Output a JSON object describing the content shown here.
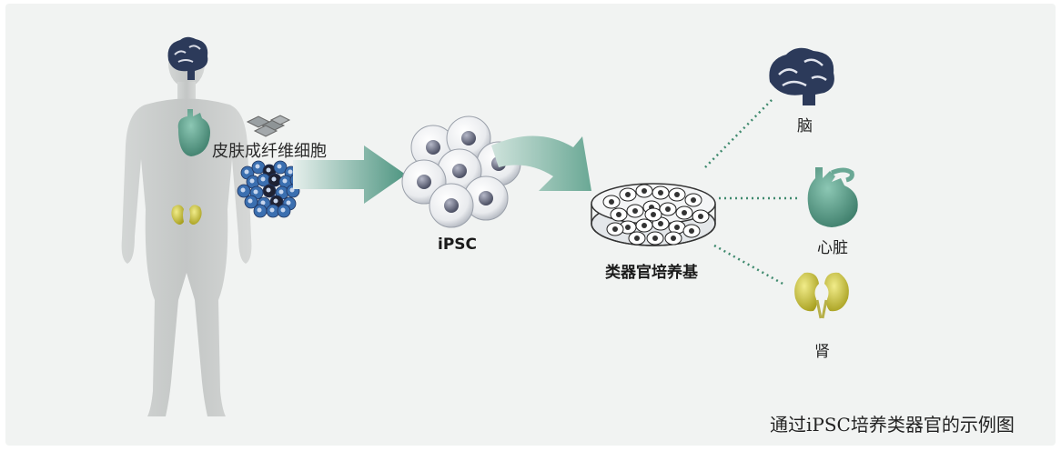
{
  "labels": {
    "skin_fibroblast": "皮肤成纤维细胞",
    "ipsc": "iPSC",
    "organoid_medium": "类器官培养基",
    "brain": "脑",
    "heart": "心脏",
    "kidney": "肾"
  },
  "caption": "通过iPSC培养类器官的示例图",
  "icons": {
    "human_body": "human-silhouette-icon",
    "brain": "brain-icon",
    "heart": "heart-icon",
    "kidney": "kidney-icon",
    "fibroblast": "fibroblast-cells-icon",
    "skin_cells": "skin-cell-cluster-icon",
    "ipsc": "stem-cell-cluster-icon",
    "petri_dish": "petri-dish-icon"
  },
  "colors": {
    "background": "#f1f3f2",
    "arrow": "#5f9e8a",
    "dotted_line": "#3f8a6e",
    "brain": "#2c3a5a",
    "heart": "#5f9e8a",
    "kidney": "#c9c13e",
    "body": "#c6c9c8"
  }
}
